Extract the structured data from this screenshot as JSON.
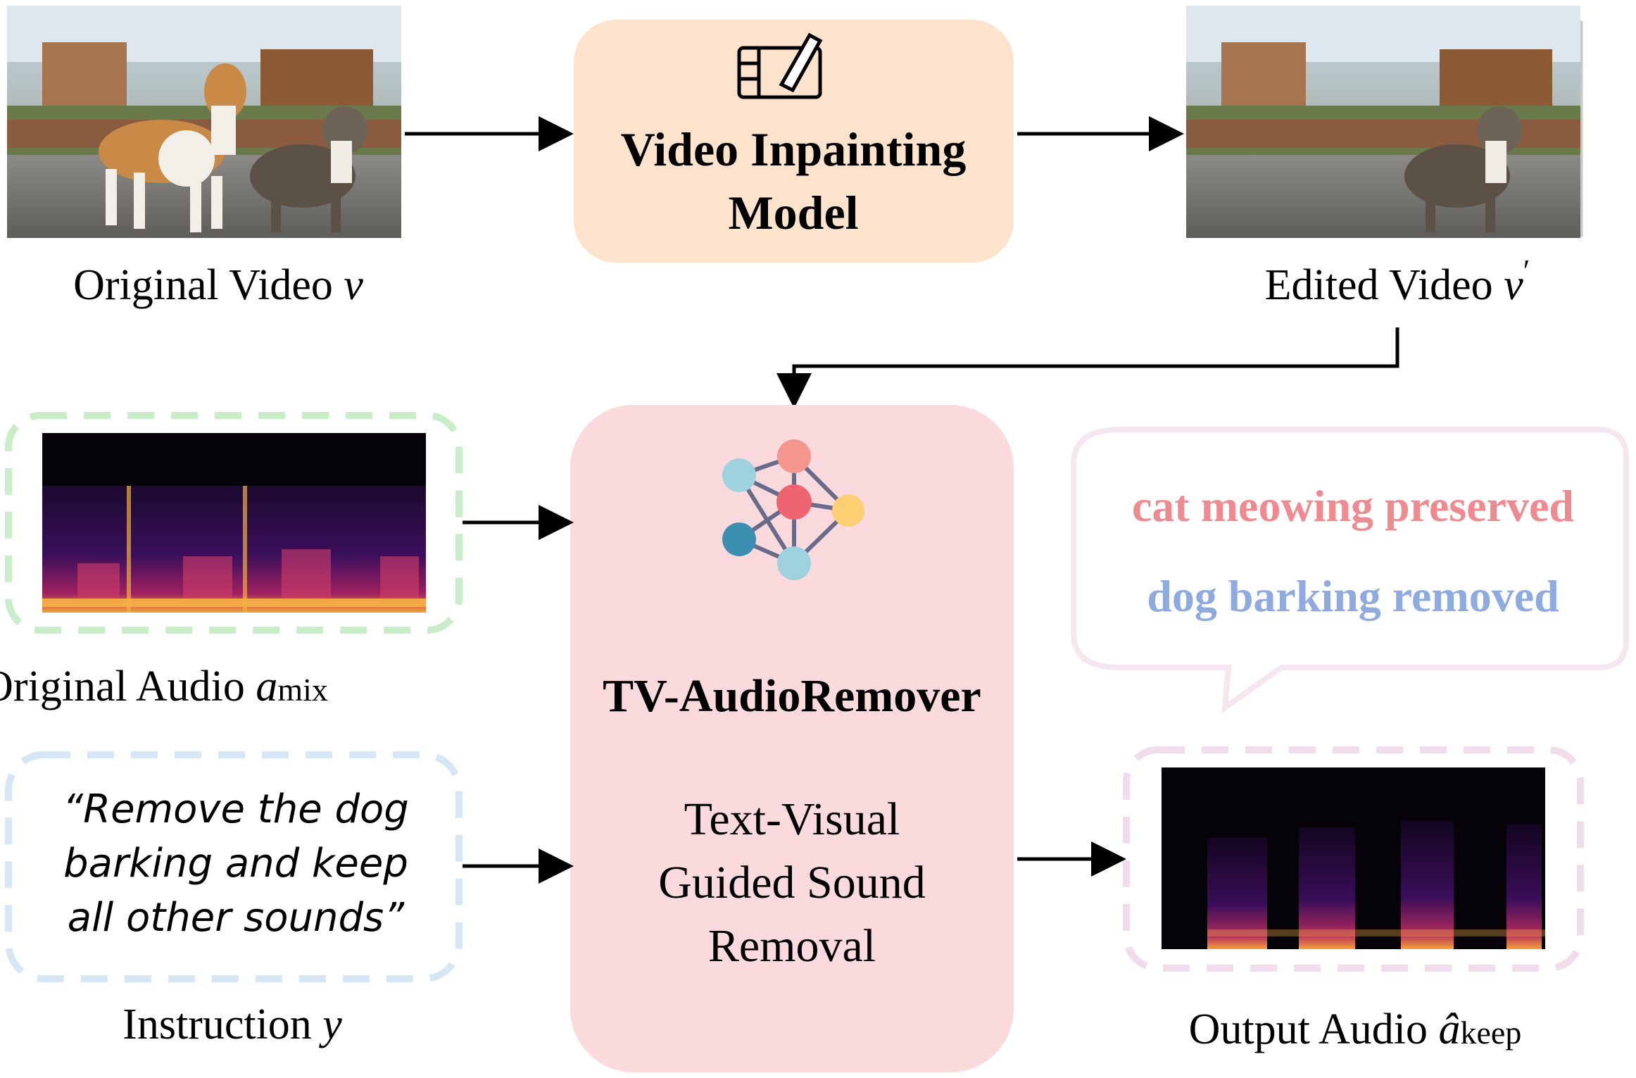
{
  "labels": {
    "original_video": "Original Video",
    "original_video_symbol": "v",
    "edited_video": "Edited Video",
    "edited_video_symbol": "v",
    "edited_video_prime": "′",
    "original_audio": "Original Audio",
    "original_audio_symbol": "a",
    "original_audio_subscript": "mix",
    "instruction": "Instruction",
    "instruction_symbol": "y",
    "output_audio": "Output Audio",
    "output_audio_symbol": "â",
    "output_audio_subscript": "keep"
  },
  "inpainting_box": {
    "line1": "Video Inpainting",
    "line2": "Model",
    "color": "#fde3cc"
  },
  "remover_box": {
    "title": "TV-AudioRemover",
    "desc_line1": "Text-Visual",
    "desc_line2": "Guided Sound",
    "desc_line3": "Removal",
    "color": "#fadadd"
  },
  "instruction_text": {
    "line1": "“Remove the dog",
    "line2": "barking and keep",
    "line3": "all other sounds”"
  },
  "speech_bubble": {
    "preserved": "cat meowing preserved",
    "removed": "dog barking removed",
    "preserved_color": "#ee8b91",
    "removed_color": "#8eaadf"
  },
  "colors": {
    "audio_dash": "#c9ecc9",
    "instruction_dash": "#d6e6f5",
    "output_dash": "#f0dcea",
    "bubble_border": "#f5e6ef"
  },
  "network_icon_colors": [
    "#f4978e",
    "#9ed2de",
    "#ee6470",
    "#fbcf72",
    "#3d8fb1",
    "#9ed2de"
  ]
}
